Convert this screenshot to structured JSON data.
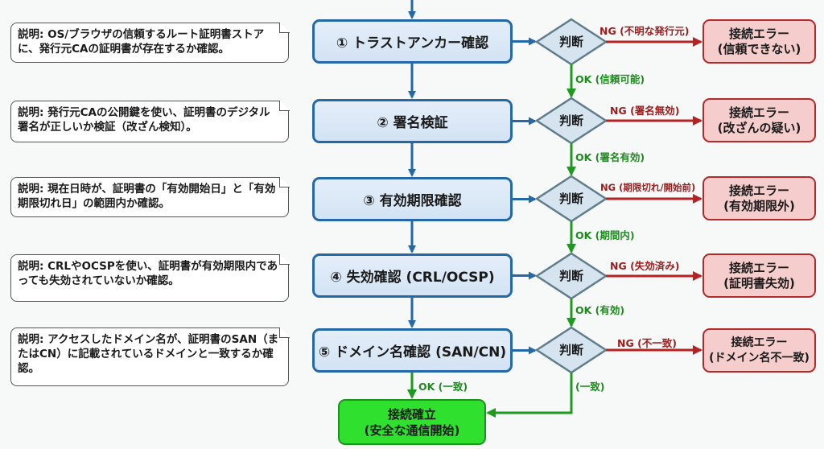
{
  "colors": {
    "step_border": "#2468a7",
    "step_fill": "#dbe8f6",
    "decision_border": "#607d8b",
    "decision_fill": "#d6e4f0",
    "error_border": "#b32a2a",
    "error_fill": "#f6cdcd",
    "ng_arrow": "#b52222",
    "ok_arrow": "#1e9a1e",
    "flow_arrow": "#2468a7",
    "success_fill": "#2fe02f",
    "success_border": "#1f8f1f"
  },
  "notes": [
    {
      "text": "説明: OS/ブラウザの信頼するルート証明書ストアに、発行元CAの証明書が存在するか確認。"
    },
    {
      "text": "説明: 発行元CAの公開鍵を使い、証明書のデジタル署名が正しいか検証（改ざん検知）。"
    },
    {
      "text": "説明: 現在日時が、証明書の「有効開始日」と「有効期限切れ日」の範囲内か確認。"
    },
    {
      "text": "説明: CRLやOCSPを使い、証明書が有効期限内であっても失効されていないか確認。"
    },
    {
      "text": "説明: アクセスしたドメイン名が、証明書のSAN（またはCN）に記載されているドメインと一致するか確認。"
    }
  ],
  "steps": [
    {
      "label": "① トラストアンカー確認"
    },
    {
      "label": "② 署名検証"
    },
    {
      "label": "③ 有効期限確認"
    },
    {
      "label": "④ 失効確認 (CRL/OCSP)"
    },
    {
      "label": "⑤ ドメイン名確認 (SAN/CN)"
    }
  ],
  "decisions": [
    {
      "label": "判断",
      "ng": "NG (不明な発行元)",
      "ok": "OK (信頼可能)"
    },
    {
      "label": "判断",
      "ng": "NG (署名無効)",
      "ok": "OK (署名有効)"
    },
    {
      "label": "判断",
      "ng": "NG (期限切れ/開始前)",
      "ok": "OK (期間内)"
    },
    {
      "label": "判断",
      "ng": "NG (失効済み)",
      "ok": "OK (有効)"
    },
    {
      "label": "判断",
      "ng": "NG (不一致)",
      "ok": "(一致)"
    }
  ],
  "errors": [
    {
      "title": "接続エラー",
      "reason": "(信頼できない)"
    },
    {
      "title": "接続エラー",
      "reason": "(改ざんの疑い)"
    },
    {
      "title": "接続エラー",
      "reason": "(有効期限外)"
    },
    {
      "title": "接続エラー",
      "reason": "(証明書失効)"
    },
    {
      "title": "接続エラー",
      "reason": "(ドメイン名不一致)"
    }
  ],
  "final_ok_label": "OK (一致)",
  "success": {
    "title": "接続確立",
    "subtitle": "(安全な通信開始)"
  }
}
